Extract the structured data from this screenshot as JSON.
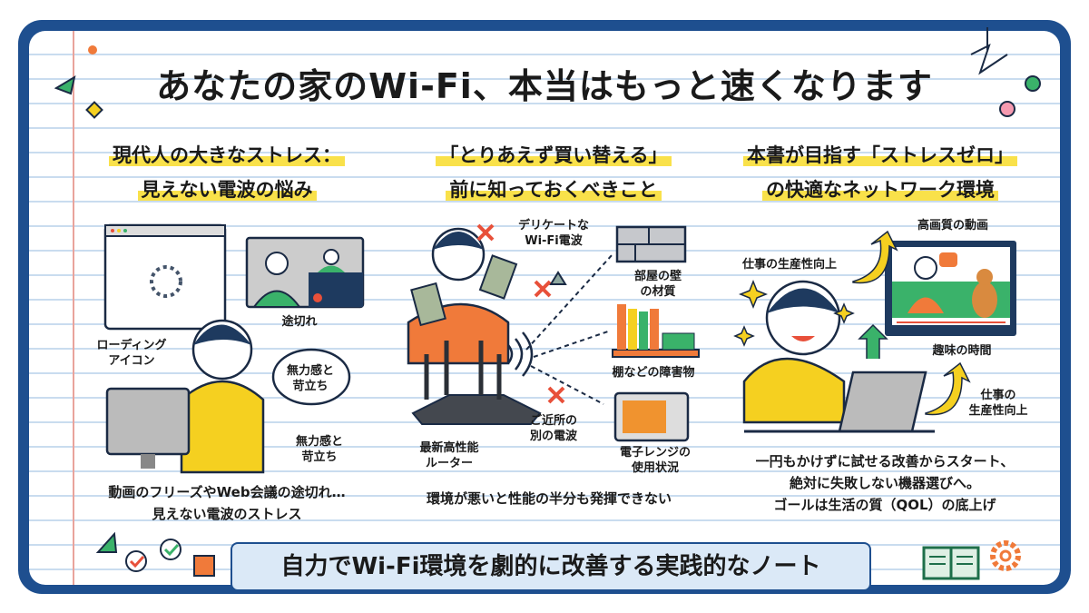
{
  "title": "あなたの家のWi-Fi、本当はもっと速くなります",
  "columns": [
    {
      "heading": [
        "現代人の大きなストレス：",
        "見えない電波の悩み"
      ],
      "labels": {
        "loading": "ローディング\nアイコン",
        "dropout": "途切れ",
        "bubble": "無力感と\n苛立ち",
        "bubble_caption": "無力感と\n苛立ち"
      },
      "caption": [
        "動画のフリーズやWeb会議の途切れ…",
        "見えない電波のストレス"
      ]
    },
    {
      "heading": [
        "「とりあえず買い替える」",
        "前に知っておくべきこと"
      ],
      "labels": {
        "delicate": "デリケートな\nWi-Fi電波",
        "wall": "部屋の壁\nの材質",
        "shelf": "棚などの障害物",
        "neighbor": "ご近所の\n別の電波",
        "microwave": "電子レンジの\n使用状況",
        "router": "最新高性能\nルーター"
      },
      "caption": [
        "環境が悪いと性能の半分も発揮できない"
      ]
    },
    {
      "heading": [
        "本書が目指す「ストレスゼロ」",
        "の快適なネットワーク環境"
      ],
      "labels": {
        "video": "高画質の動画",
        "work1": "仕事の生産性向上",
        "hobby": "趣味の時間",
        "work2": "仕事の\n生産性向上"
      },
      "caption": [
        "一円もかけずに試せる改善からスタート、",
        "絶対に失敗しない機器選びへ。",
        "ゴールは生活の質（QOL）の底上げ"
      ]
    }
  ],
  "banner": "自力でWi-Fi環境を劇的に改善する実践的なノート",
  "colors": {
    "frame": "#1e4f8f",
    "highlight": "#f9e14a",
    "accent_red": "#e8503a",
    "green": "#3ab26a",
    "orange": "#f07a3a",
    "yellow": "#f5d020"
  }
}
